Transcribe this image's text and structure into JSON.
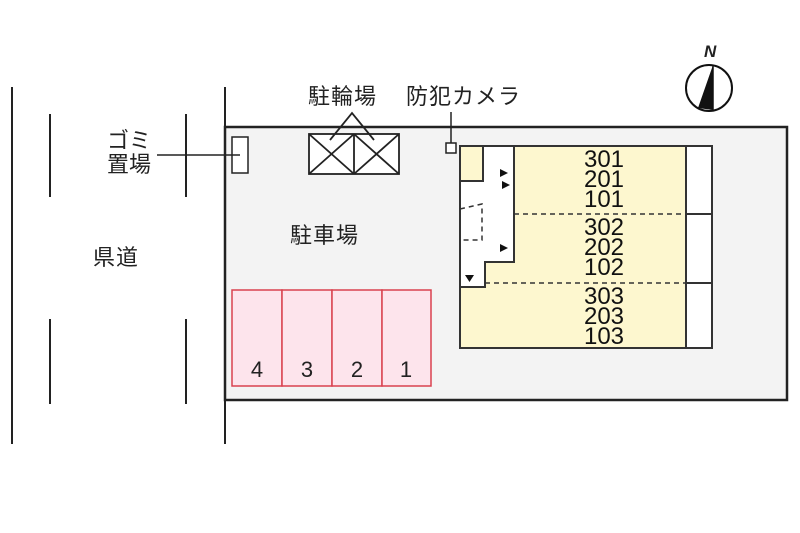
{
  "road": {
    "label": "県道"
  },
  "labels": {
    "garbage_line1": "ゴミ",
    "garbage_line2": "置場",
    "bicycle_parking": "駐輪場",
    "security_camera": "防犯カメラ",
    "parking_lot": "駐車場",
    "north": "N"
  },
  "parking_spaces": [
    {
      "number": "4"
    },
    {
      "number": "3"
    },
    {
      "number": "2"
    },
    {
      "number": "1"
    }
  ],
  "units": [
    {
      "rooms": [
        "301",
        "201",
        "101"
      ]
    },
    {
      "rooms": [
        "302",
        "202",
        "102"
      ]
    },
    {
      "rooms": [
        "303",
        "203",
        "103"
      ]
    }
  ],
  "colors": {
    "lot_fill": "#f3f3f3",
    "building_fill": "#fdf7cf",
    "parking_fill": "#fde4ec",
    "parking_stroke": "#d9424f",
    "line": "#222222"
  }
}
